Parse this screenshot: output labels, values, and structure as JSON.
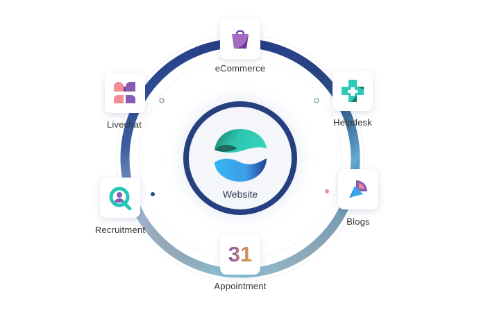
{
  "center": {
    "label": "Website",
    "icon": "website-logo-icon"
  },
  "apps": [
    {
      "label": "eCommerce",
      "icon": "shopping-bag-icon",
      "color": "#8e57b0"
    },
    {
      "label": "Livechat",
      "icon": "livechat-icon",
      "color": "#f28a95"
    },
    {
      "label": "Helpdesk",
      "icon": "helpdesk-icon",
      "color": "#2cc7b8"
    },
    {
      "label": "Recruitment",
      "icon": "recruitment-icon",
      "color": "#21c4b6"
    },
    {
      "label": "Blogs",
      "icon": "blogs-icon",
      "color": "#2e8de0"
    },
    {
      "label": "Appointment",
      "icon": "calendar-31-icon",
      "text": "31",
      "color": "#8b4fb0"
    }
  ],
  "colors": {
    "ring": "#2c4a8e",
    "ring_light": "#b9c6d8",
    "accent_pink": "#e98a9a"
  }
}
